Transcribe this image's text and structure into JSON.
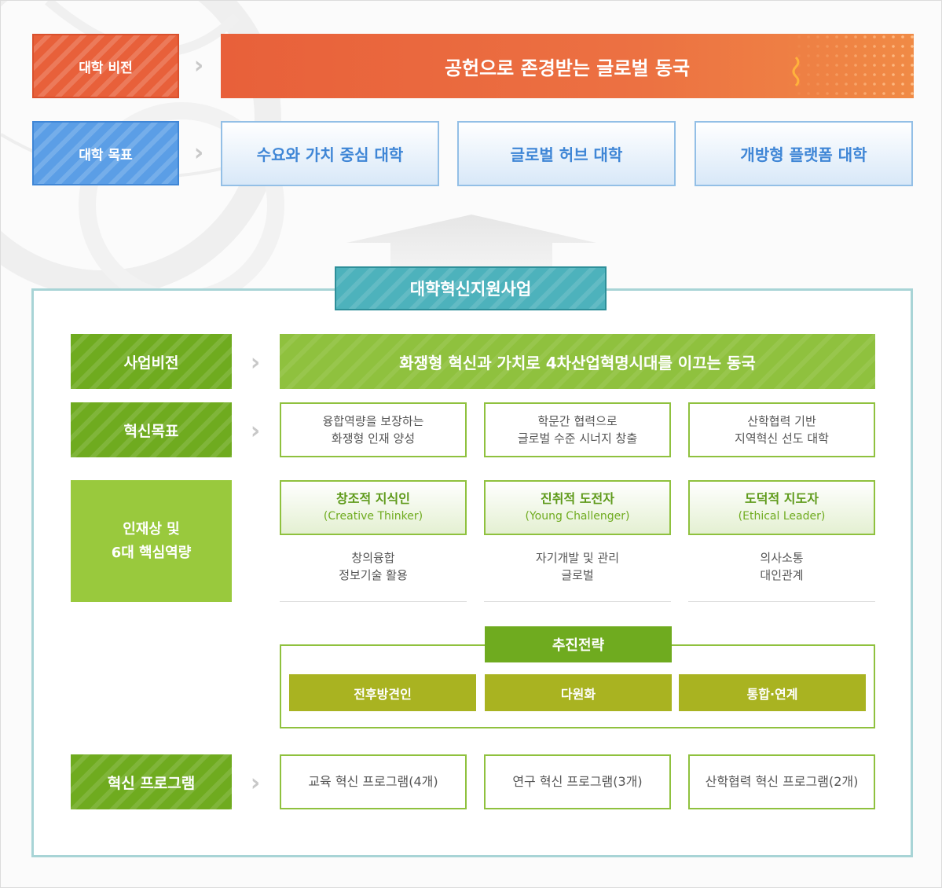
{
  "university": {
    "vision_label": "대학 비전",
    "vision_text": "공헌으로 존경받는 글로벌 동국",
    "goal_label": "대학 목표",
    "goals": [
      "수요와 가치 중심 대학",
      "글로벌 허브 대학",
      "개방형 플랫폼 대학"
    ]
  },
  "program": {
    "title": "대학혁신지원사업",
    "vision_label": "사업비전",
    "vision_text": "화쟁형 혁신과 가치로 4차산업혁명시대를 이끄는 동국",
    "goal_label": "혁신목표",
    "goals": [
      {
        "line1": "융합역량을 보장하는",
        "line2": "화쟁형 인재 양성"
      },
      {
        "line1": "학문간 협력으로",
        "line2": "글로벌 수준 시너지 창출"
      },
      {
        "line1": "산학협력 기반",
        "line2": "지역혁신 선도 대학"
      }
    ],
    "talent_label_line1": "인재상 및",
    "talent_label_line2": "6대 핵심역량",
    "talents": [
      {
        "name": "창조적 지식인",
        "english": "(Creative Thinker)",
        "competency1": "창의융합",
        "competency2": "정보기술 활용"
      },
      {
        "name": "진취적 도전자",
        "english": "(Young Challenger)",
        "competency1": "자기개발 및 관리",
        "competency2": "글로벌"
      },
      {
        "name": "도덕적 지도자",
        "english": "(Ethical Leader)",
        "competency1": "의사소통",
        "competency2": "대인관계"
      }
    ],
    "strategy_title": "추진전략",
    "strategies": [
      "전후방견인",
      "다원화",
      "통합·연계"
    ],
    "programs_label": "혁신 프로그램",
    "programs": [
      "교육 혁신 프로그램(4개)",
      "연구 혁신 프로그램(3개)",
      "산학협력 혁신 프로그램(2개)"
    ]
  },
  "colors": {
    "orange": "#e8603a",
    "blue": "#5b9ee6",
    "teal": "#4db2bc",
    "green": "#6fab1f",
    "light_green": "#99c93d",
    "olive": "#a9b321"
  }
}
